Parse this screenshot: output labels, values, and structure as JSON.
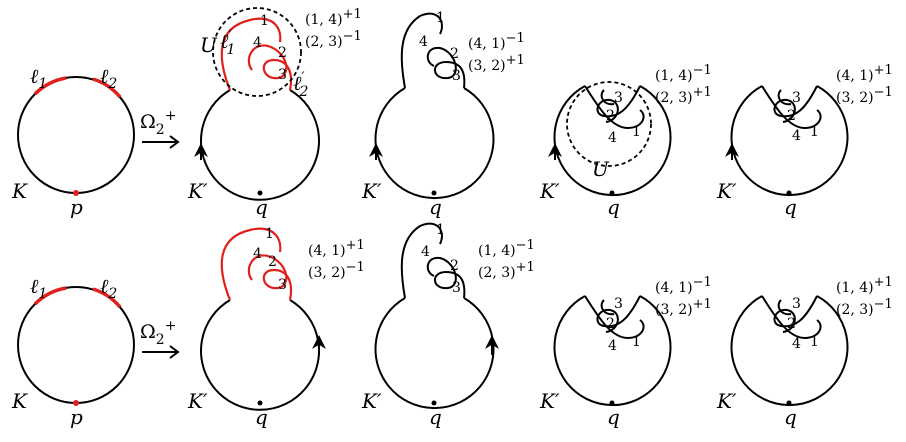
{
  "colors": {
    "ink": "#000000",
    "highlight": "#e0201c"
  },
  "move_label": "Ω",
  "move_sub": "2",
  "move_sup": "+",
  "labels": {
    "K": "K",
    "Kp": "K′",
    "p": "p",
    "q": "q",
    "U": "U",
    "l1": "ℓ",
    "l1_sub": "1",
    "l2_sub": "2",
    "l1p_sub": "1",
    "l2p_sub": "2",
    "prime": "′"
  },
  "crossing_numbers": [
    "1",
    "2",
    "3",
    "4"
  ],
  "words": {
    "r1a": {
      "top": "(1, 4)",
      "top_exp": "+1",
      "bot": "(2, 3)",
      "bot_exp": "−1"
    },
    "r1b": {
      "top": "(4, 1)",
      "top_exp": "−1",
      "bot": "(3, 2)",
      "bot_exp": "+1"
    },
    "r1c": {
      "top": "(1, 4)",
      "top_exp": "−1",
      "bot": "(2, 3)",
      "bot_exp": "+1"
    },
    "r1d": {
      "top": "(4, 1)",
      "top_exp": "+1",
      "bot": "(3, 2)",
      "bot_exp": "−1"
    },
    "r2a": {
      "top": "(4, 1)",
      "top_exp": "+1",
      "bot": "(3, 2)",
      "bot_exp": "−1"
    },
    "r2b": {
      "top": "(1, 4)",
      "top_exp": "−1",
      "bot": "(2, 3)",
      "bot_exp": "+1"
    },
    "r2c": {
      "top": "(4, 1)",
      "top_exp": "−1",
      "bot": "(3, 2)",
      "bot_exp": "+1"
    },
    "r2d": {
      "top": "(1, 4)",
      "top_exp": "+1",
      "bot": "(2, 3)",
      "bot_exp": "−1"
    }
  }
}
